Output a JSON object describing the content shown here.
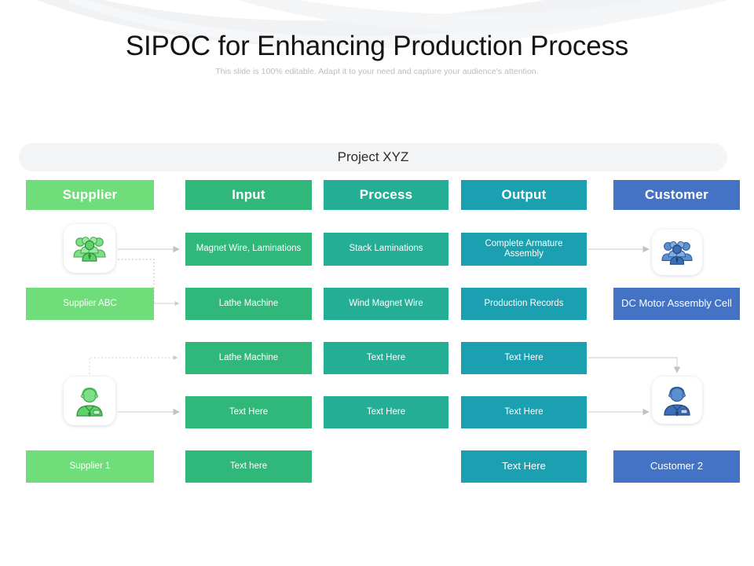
{
  "header": {
    "title": "SIPOC for Enhancing Production Process",
    "subtitle": "This slide is 100% editable. Adapt it to your need and capture your audience's attention."
  },
  "banner": {
    "label": "Project XYZ"
  },
  "columns": [
    {
      "key": "supplier",
      "label": "Supplier",
      "color": "#6FDD79"
    },
    {
      "key": "input",
      "label": "Input",
      "color": "#2FB87A"
    },
    {
      "key": "process",
      "label": "Process",
      "color": "#25AE96"
    },
    {
      "key": "output",
      "label": "Output",
      "color": "#1AA0B0"
    },
    {
      "key": "customer",
      "label": "Customer",
      "color": "#4472C4"
    }
  ],
  "rows": [
    {
      "supplier": "",
      "input": "Magnet Wire,  Laminations",
      "process": "Stack Laminations",
      "output": "Complete Armature Assembly",
      "customer": ""
    },
    {
      "supplier": "Supplier ABC",
      "input": "Lathe Machine",
      "process": "Wind Magnet Wire",
      "output": "Production Records",
      "customer": "DC Motor Assembly Cell"
    },
    {
      "supplier": "",
      "input": "Lathe Machine",
      "process": "Text Here",
      "output": "Text Here",
      "customer": ""
    },
    {
      "supplier": "",
      "input": "Text Here",
      "process": "Text Here",
      "output": "Text Here",
      "customer": ""
    },
    {
      "supplier": "Supplier 1",
      "input": "Text here",
      "process": "",
      "output": "Text Here",
      "customer": "Customer 2"
    }
  ],
  "icons": {
    "supplier_group": "people-group-icon",
    "supplier_person": "person-icon",
    "customer_group": "people-group-icon",
    "customer_person": "person-icon"
  },
  "colors": {
    "supplier": "#6FDD79",
    "input": "#2FB87A",
    "process": "#25AE96",
    "output": "#1AA0B0",
    "customer": "#4472C4",
    "icon_green": "#5FD36A",
    "icon_blue": "#3D6FB8",
    "connector": "#c9ccd0",
    "banner_bg": "#f4f5f7"
  }
}
